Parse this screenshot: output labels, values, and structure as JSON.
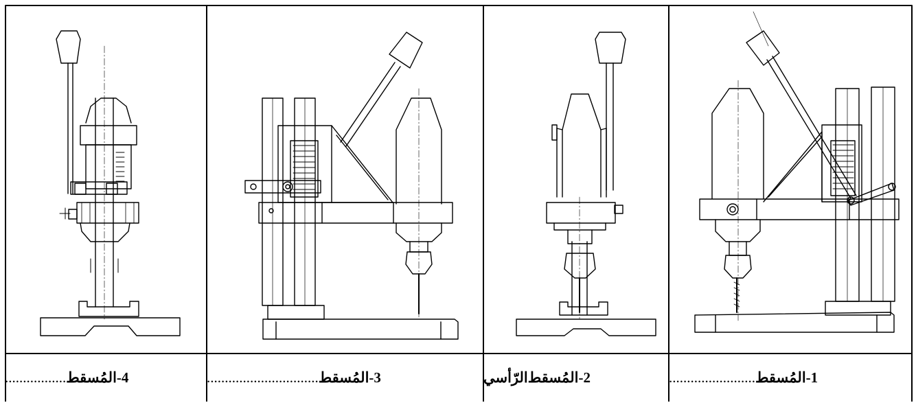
{
  "panels": [
    {
      "id": "p1",
      "num": "1- ",
      "word": "المُسقط",
      "extra": "",
      "dots": "........................"
    },
    {
      "id": "p2",
      "num": "2- ",
      "word": "المُسقط",
      "extra": " الرّأسي",
      "dots": ""
    },
    {
      "id": "p3",
      "num": "3- ",
      "word": "المُسقط",
      "extra": "",
      "dots": "..............................."
    },
    {
      "id": "p4",
      "num": "4- ",
      "word": "المُسقط",
      "extra": "",
      "dots": "................."
    }
  ],
  "colors": {
    "line": "#000000",
    "background": "#ffffff"
  }
}
